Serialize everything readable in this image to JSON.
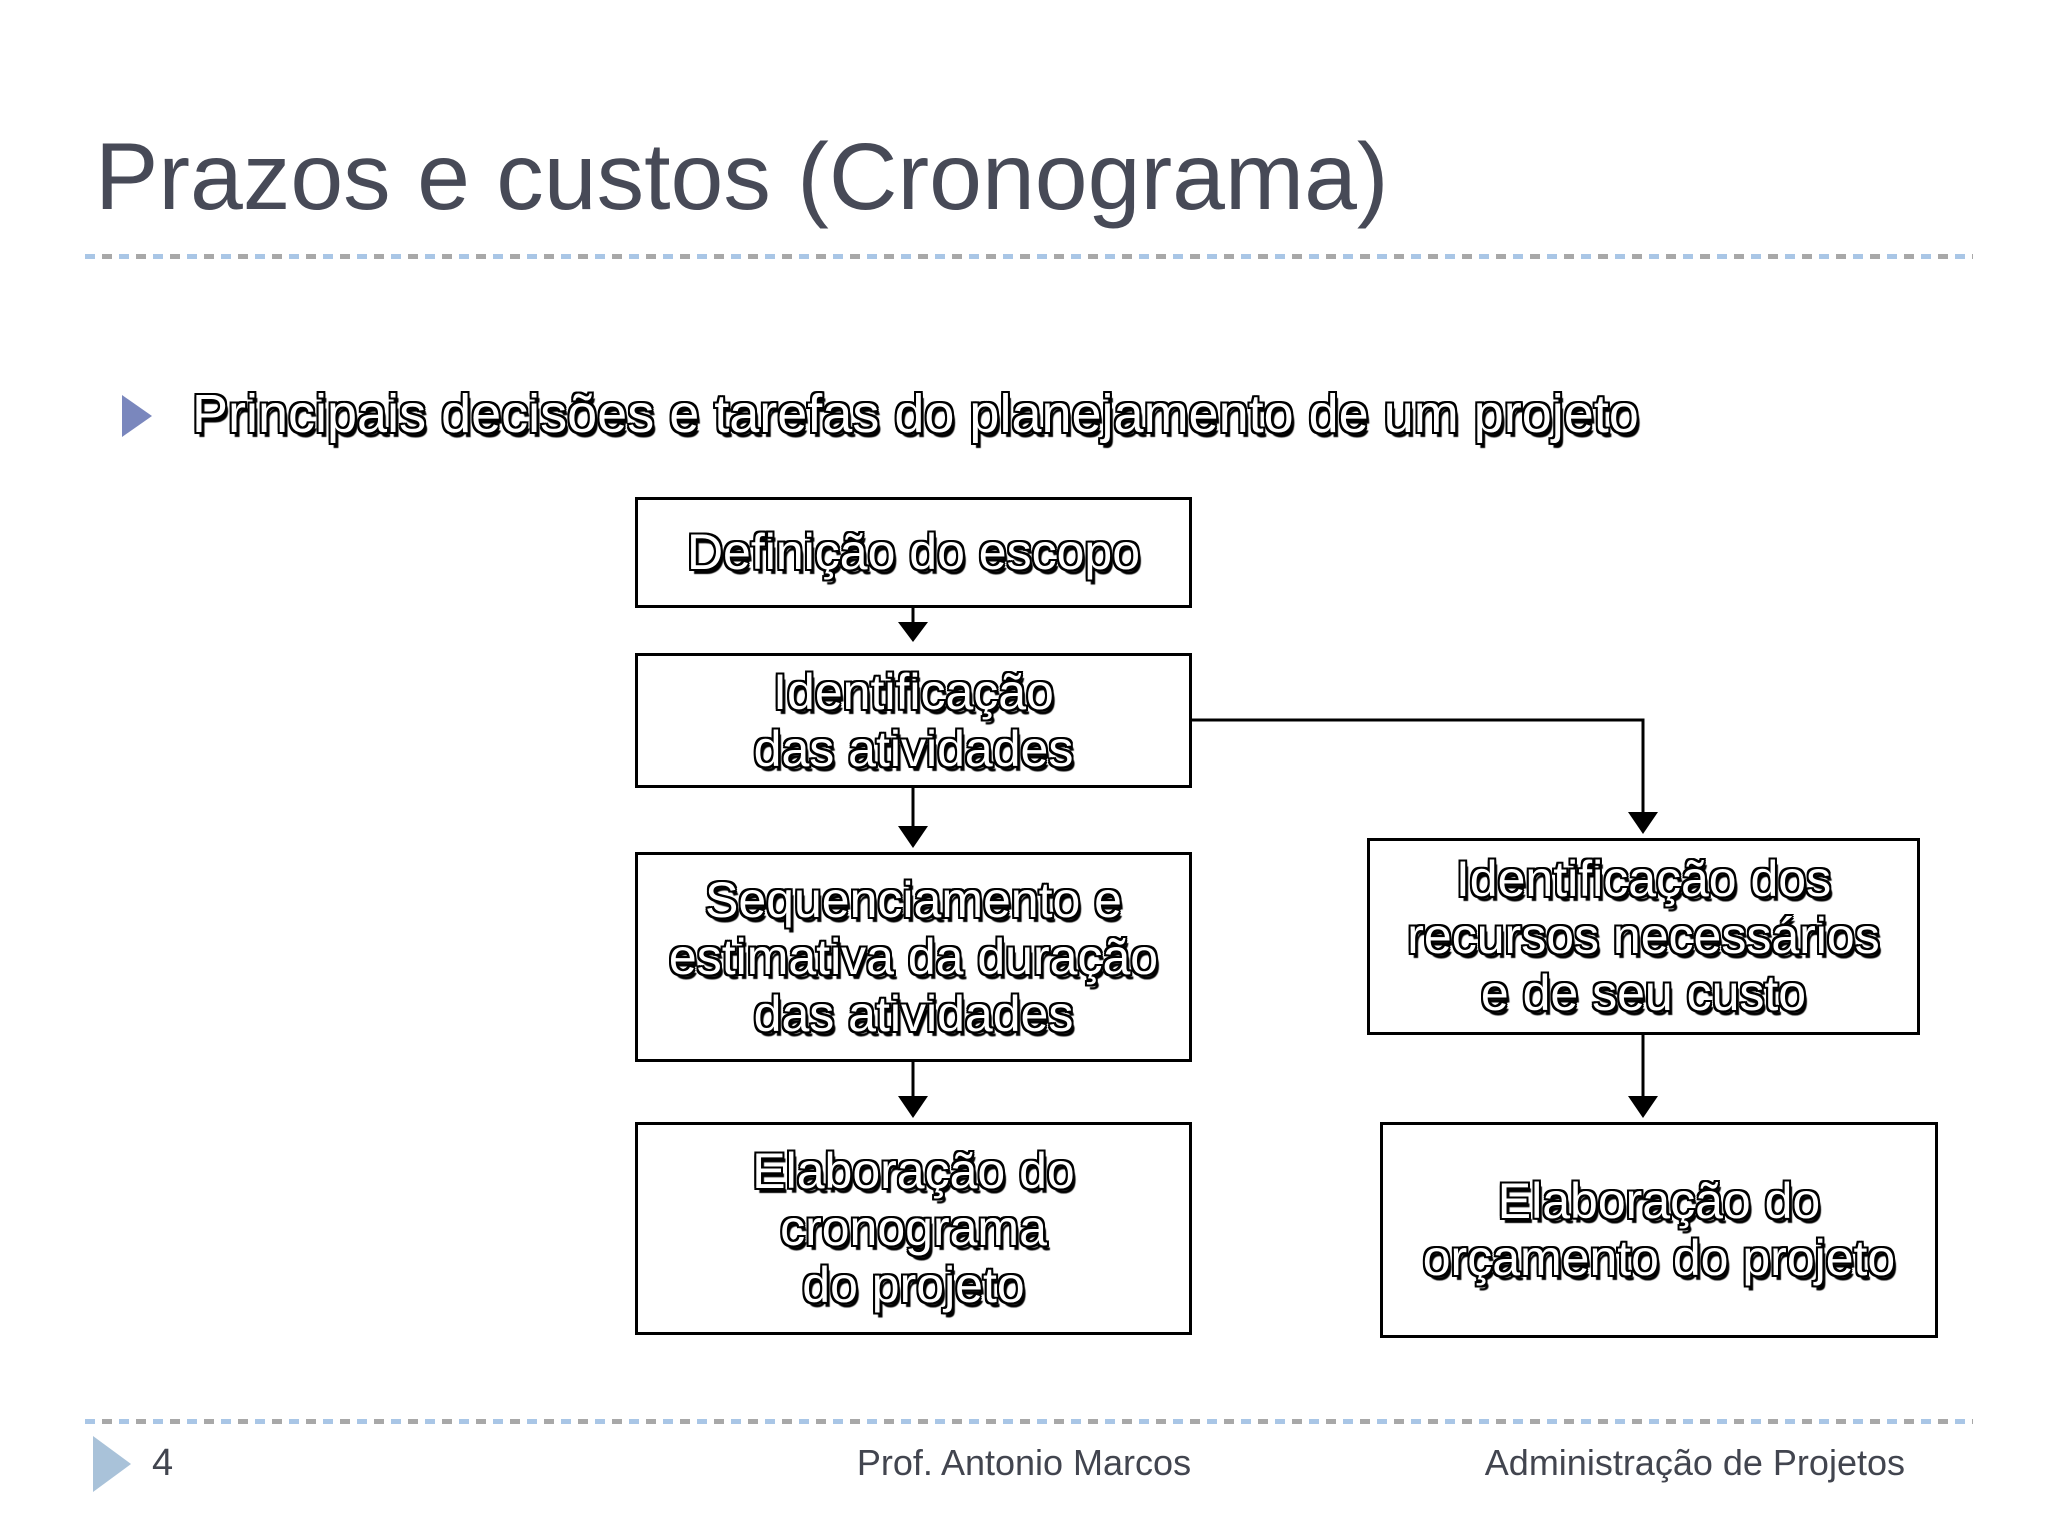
{
  "slide": {
    "title": "Prazos e custos (Cronograma)",
    "bullet": "Principais decisões e tarefas do planejamento de um projeto"
  },
  "flowchart": {
    "boxes": [
      {
        "id": "definicao-escopo",
        "lines": [
          "Definição do escopo"
        ]
      },
      {
        "id": "identificacao-atividades",
        "lines": [
          "Identificação",
          "das atividades"
        ]
      },
      {
        "id": "sequenciamento-estimativa",
        "lines": [
          "Sequenciamento e",
          "estimativa da duração",
          "das atividades"
        ]
      },
      {
        "id": "elaboracao-cronograma",
        "lines": [
          "Elaboração do",
          "cronograma",
          "do projeto"
        ]
      },
      {
        "id": "identificacao-recursos",
        "lines": [
          "Identificação dos",
          "recursos necessários",
          "e de seu custo"
        ]
      },
      {
        "id": "elaboracao-orcamento",
        "lines": [
          "Elaboração do",
          "orçamento do projeto"
        ]
      }
    ],
    "edges": [
      {
        "from": "definicao-escopo",
        "to": "identificacao-atividades"
      },
      {
        "from": "identificacao-atividades",
        "to": "sequenciamento-estimativa"
      },
      {
        "from": "identificacao-atividades",
        "to": "identificacao-recursos"
      },
      {
        "from": "sequenciamento-estimativa",
        "to": "elaboracao-cronograma"
      },
      {
        "from": "identificacao-recursos",
        "to": "elaboracao-orcamento"
      }
    ]
  },
  "footer": {
    "page_number": "4",
    "author": "Prof. Antonio Marcos",
    "course": "Administração de Projetos"
  },
  "icons": {
    "bullet_arrow": "right-triangle",
    "footer_arrow": "right-triangle"
  },
  "colors": {
    "title_text": "#474a57",
    "footer_text": "#42454f",
    "bullet_arrow": "#7a87bd",
    "footer_arrow": "#a9c2d9",
    "dash_blue": "#a9c6e6",
    "dash_gray": "#a8a8a8",
    "box_border": "#000000",
    "box_fill": "#ffffff",
    "connector": "#000000"
  }
}
